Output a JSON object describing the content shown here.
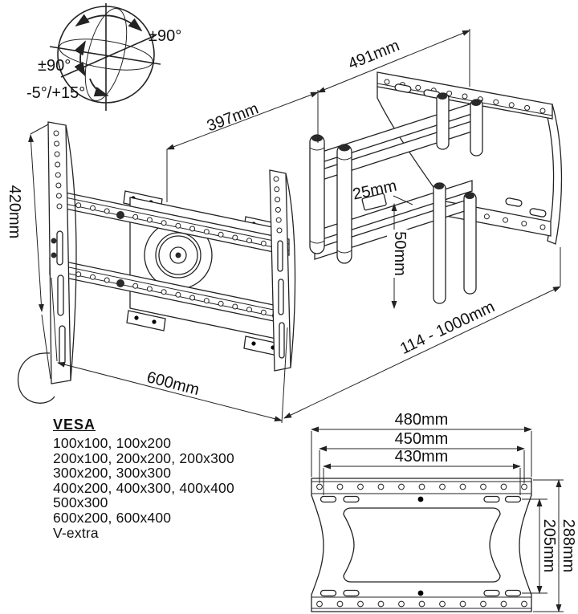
{
  "colors": {
    "line": "#232323",
    "background": "#ffffff"
  },
  "rotation_diagram": {
    "swivel_range": "±90°",
    "rotation_range": "±90°",
    "tilt_range": "-5°/+15°"
  },
  "main_view": {
    "dim_arm_reach": "397mm",
    "dim_wall_plate_width": "491mm",
    "dim_bracket_height": "420mm",
    "dim_arm_gap": "25mm",
    "dim_arm_offset": "50mm",
    "dim_rail_width": "600mm",
    "dim_extension_range": "114 - 1000mm"
  },
  "vesa": {
    "heading": "VESA",
    "lines": [
      "100x100, 100x200",
      "200x100, 200x200, 200x300",
      "300x200, 300x300",
      "400x200, 400x300, 400x400",
      "500x300",
      "600x200, 600x400",
      "V-extra"
    ]
  },
  "wall_plate_view": {
    "dim_outer_width": "480mm",
    "dim_hole_width": "450mm",
    "dim_slot_width": "430mm",
    "dim_outer_height": "288mm",
    "dim_slot_height": "205mm"
  }
}
